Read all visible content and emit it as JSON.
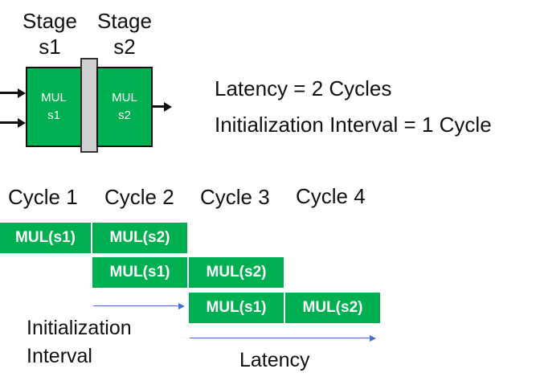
{
  "pipeline": {
    "stage1_label_line1": "Stage",
    "stage1_label_line2": "s1",
    "stage2_label_line1": "Stage",
    "stage2_label_line2": "s2",
    "box1_line1": "MUL",
    "box1_line2": "s1",
    "box2_line1": "MUL",
    "box2_line2": "s2",
    "colors": {
      "stage_fill": "#00b050",
      "register_fill": "#d0d0d0"
    }
  },
  "info": {
    "latency": "Latency = 2 Cycles",
    "initialization_interval": "Initialization Interval = 1 Cycle"
  },
  "timeline": {
    "cycles": [
      "Cycle 1",
      "Cycle 2",
      "Cycle 3",
      "Cycle 4"
    ],
    "ops": [
      [
        "MUL(s1)",
        "MUL(s2)"
      ],
      [
        "MUL(s1)",
        "MUL(s2)"
      ],
      [
        "MUL(s1)",
        "MUL(s2)"
      ]
    ],
    "colors": {
      "op_fill": "#00b050",
      "arrow": "#4472c4"
    }
  },
  "annotations": {
    "interval_line1": "Initialization",
    "interval_line2": "Interval",
    "latency": "Latency"
  }
}
